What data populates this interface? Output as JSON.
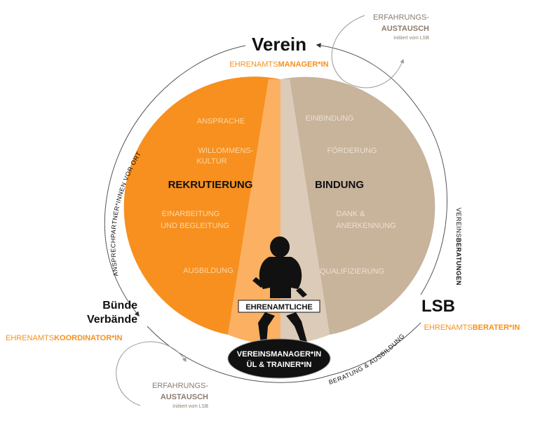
{
  "colors": {
    "orange": "#f7901e",
    "orange_light": "#fbb062",
    "taupe": "#c8b39b",
    "taupe_light": "#dccbb9",
    "grey_text": "#8c7d6e",
    "line": "#555555",
    "faint_text": "#fbd7a8",
    "faint_text_right": "#ece0d2"
  },
  "top": {
    "title": "Verein",
    "role_prefix": "EHRENAMTS",
    "role_highlight": "MANAGER*IN"
  },
  "right": {
    "title": "LSB",
    "role_prefix": "EHRENAMTS",
    "role_highlight": "BERATER*IN"
  },
  "left": {
    "title_line1": "Bünde",
    "title_line2": "Verbände",
    "role_prefix": "EHRENAMTS",
    "role_highlight": "KOORDINATOR*IN"
  },
  "exchange_top": {
    "line1": "ERFAHRUNGS-",
    "line2": "AUSTAUSCH",
    "line3": "initiiert vom LSB"
  },
  "exchange_bottom": {
    "line1": "ERFAHRUNGS-",
    "line2": "AUSTAUSCH",
    "line3": "initiiert vom LSB"
  },
  "ring_labels": {
    "left_arc": "ANSPRECHPARTNER*INNEN VOR ORT",
    "right_arc_prefix": "VEREINS",
    "right_arc_highlight": "BERATUNGEN",
    "bottom_arc": "BERATUNG & AUSBILDUNG"
  },
  "rekrutierung": {
    "title": "REKRUTIERUNG",
    "items": [
      "ANSPRACHE",
      "WILLOMMENS-",
      "KULTUR",
      "EINARBEITUNG",
      "UND BEGLEITUNG",
      "AUSBILDUNG"
    ]
  },
  "bindung": {
    "title": "BINDUNG",
    "items": [
      "EINBINDUNG",
      "FÖRDERUNG",
      "DANK &",
      "ANERKENNUNG",
      "QUALIFIZIERUNG"
    ]
  },
  "center": {
    "figure_label": "EHRENAMTLICHE",
    "base_line1": "VEREINSMANAGER*IN",
    "base_line2": "ÜL & TRAINER*IN"
  }
}
